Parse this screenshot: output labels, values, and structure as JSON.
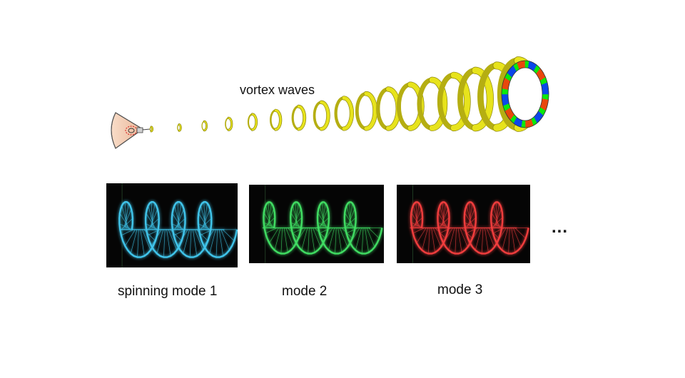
{
  "diagram": {
    "top_label": "vortex waves",
    "modes": [
      {
        "caption": "spinning mode 1",
        "color": "#3fc4ea"
      },
      {
        "caption": "mode 2",
        "color": "#3fdc62"
      },
      {
        "caption": "mode 3",
        "color": "#f03c3c"
      }
    ],
    "ellipsis": "...",
    "colors": {
      "helix_fill": "#e7e31c",
      "helix_edge": "#8a8410",
      "antenna_fill": "#f6d9c5",
      "antenna_dots": "#d9332d"
    },
    "icons": {
      "antenna": "horn-antenna-icon",
      "ring": "phase-ring-icon"
    }
  }
}
